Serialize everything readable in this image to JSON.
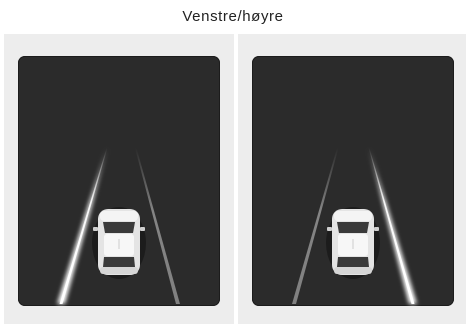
{
  "header": {
    "title": "Venstre/høyre"
  },
  "panels": [
    {
      "highlighted_side": "left",
      "icon": "car-top-view-icon"
    },
    {
      "highlighted_side": "right",
      "icon": "car-top-view-icon"
    }
  ],
  "colors": {
    "screen_bg": "#2b2b2b",
    "panel_bg": "#ededed",
    "lane_glow": "#ffffff",
    "lane_dim": "#7a7a7a",
    "car_body": "#e6e6e6"
  }
}
